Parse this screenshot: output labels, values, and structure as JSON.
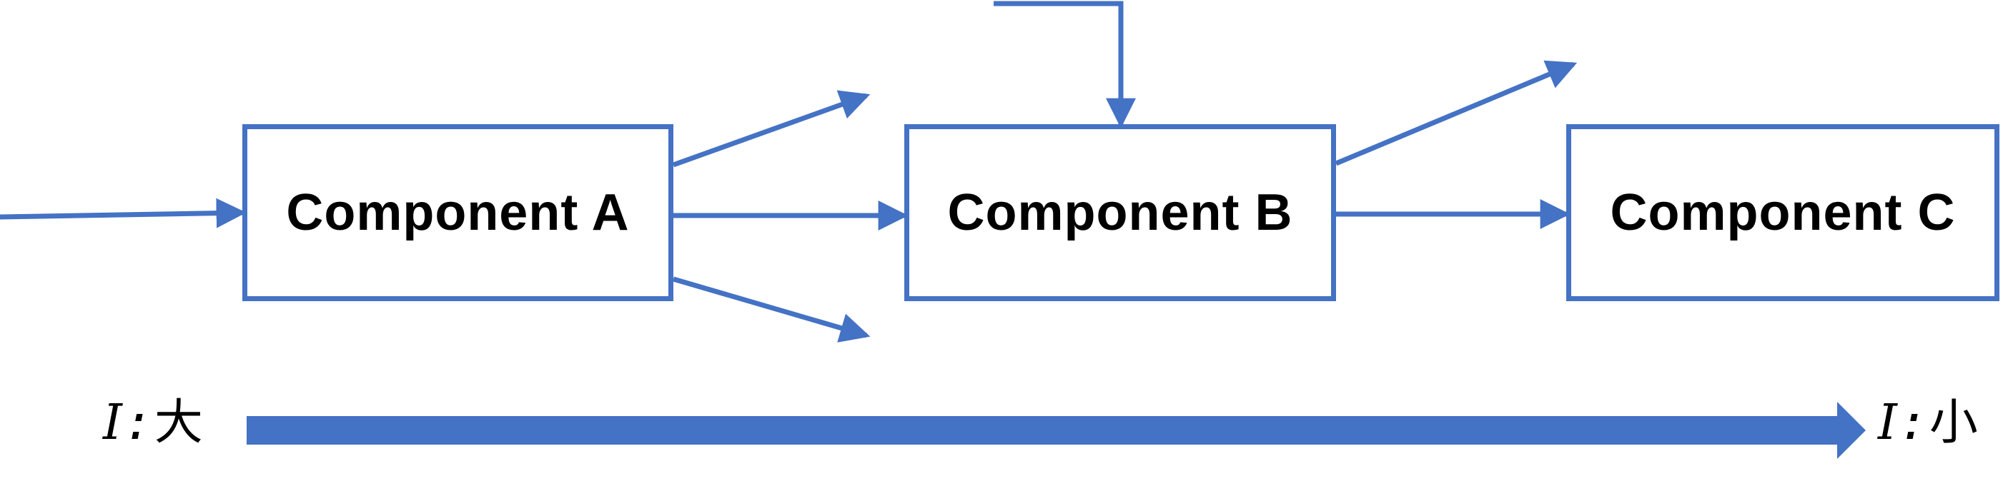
{
  "components": [
    {
      "id": "a",
      "label": "Component A"
    },
    {
      "id": "b",
      "label": "Component B"
    },
    {
      "id": "c",
      "label": "Component C"
    }
  ],
  "gauge": {
    "left": {
      "variable": "I",
      "separator": ":",
      "level": "大"
    },
    "right": {
      "variable": "I",
      "separator": ":",
      "level": "小"
    }
  },
  "colors": {
    "accent": "#4472C4",
    "text": "#000000",
    "background": "#FFFFFF"
  }
}
